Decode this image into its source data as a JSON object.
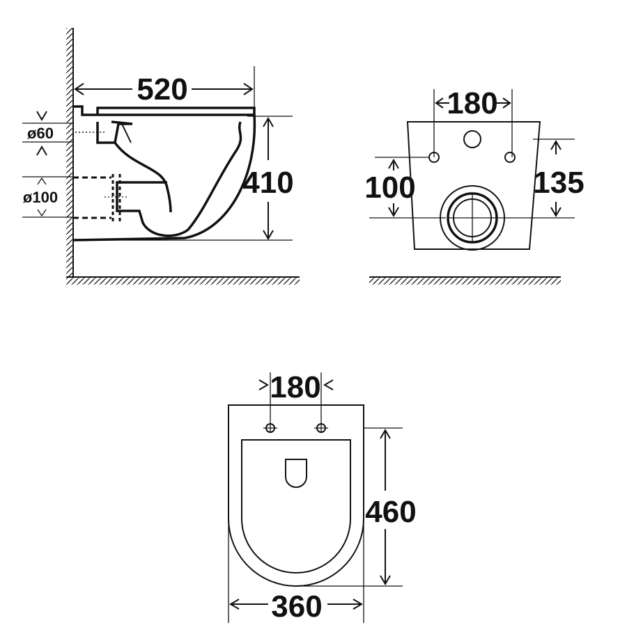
{
  "side_view": {
    "width": "520",
    "height": "410",
    "flush_pipe": "ø60",
    "waste_pipe": "ø100"
  },
  "rear_view": {
    "bolt_spacing": "180",
    "bolt_height": "100",
    "inlet_height": "135"
  },
  "top_view": {
    "seat_bolt_spacing": "180",
    "length": "460",
    "width": "360"
  }
}
